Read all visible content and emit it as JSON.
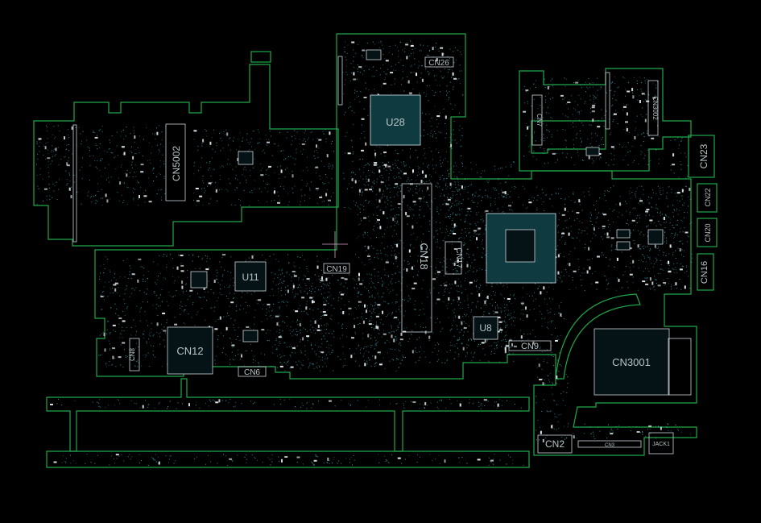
{
  "board": {
    "background": "#000000",
    "outline_color": "#1fa84a",
    "copper_color": "#3fa7b8",
    "label_color": "#b7c3c6",
    "labels": {
      "u28": "U28",
      "cn26": "CN26",
      "cn5002": "CN5002",
      "cn18": "CN18",
      "cn17": "CN17",
      "cn19": "CN19",
      "u11": "U11",
      "cn12": "CN12",
      "cn6": "CN6",
      "cn8": "CN8",
      "u8": "U8",
      "cn9": "CN9",
      "cn3001": "CN3001",
      "cn2": "CN2",
      "cn3": "CN3",
      "jack1": "JACK1",
      "cn23": "CN23",
      "cn22": "CN22",
      "cn20": "CN20",
      "cn16": "CN16",
      "cn3002": "CN3002",
      "cn7": "CN7"
    }
  }
}
